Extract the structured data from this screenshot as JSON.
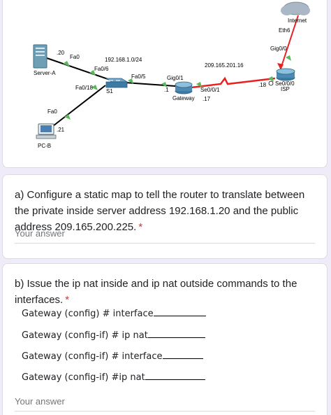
{
  "topology": {
    "server_a": {
      "name": "Server-A",
      "addr": ".20",
      "port": "Fa0"
    },
    "pc_b": {
      "name": "PC-B",
      "addr": ".21",
      "port": "Fa0"
    },
    "s1": {
      "name": "S1",
      "ports": [
        "Fa0/6",
        "Fa0/18",
        "Fa0/5"
      ]
    },
    "lan_subnet": "192.168.1.0/24",
    "gateway": {
      "name": "Gateway",
      "lan_port": "Gig0/1",
      "lan_addr": ".1",
      "wan_port": "Se0/0/1",
      "wan_addr": ".17"
    },
    "wan_subnet": "209.165.201.16",
    "isp": {
      "name": "ISP",
      "wan_port": "Se0/0/0",
      "wan_addr": ".18",
      "up_port": "Gig0/0"
    },
    "internet": {
      "name": "Internet",
      "port": "Eth6"
    },
    "colors": {
      "link": "#000000",
      "serial": "#e8201f",
      "port_marker": "#5cb85c"
    }
  },
  "question_a": {
    "text": "a) Configure a static map to tell the router to translate between the private inside server address 192.168.1.20 and the public address 209.165.200.225.",
    "required_mark": "*",
    "placeholder": "Your answer"
  },
  "question_b": {
    "text": "b) Issue the ip nat inside and ip nat outside commands to the interfaces.",
    "required_mark": "*",
    "commands": [
      "Gateway (config) # interface",
      "Gateway (config-if) # ip nat",
      "Gateway (config-if) # interface",
      "Gateway (config-if) #ip nat"
    ],
    "placeholder": "Your answer"
  }
}
